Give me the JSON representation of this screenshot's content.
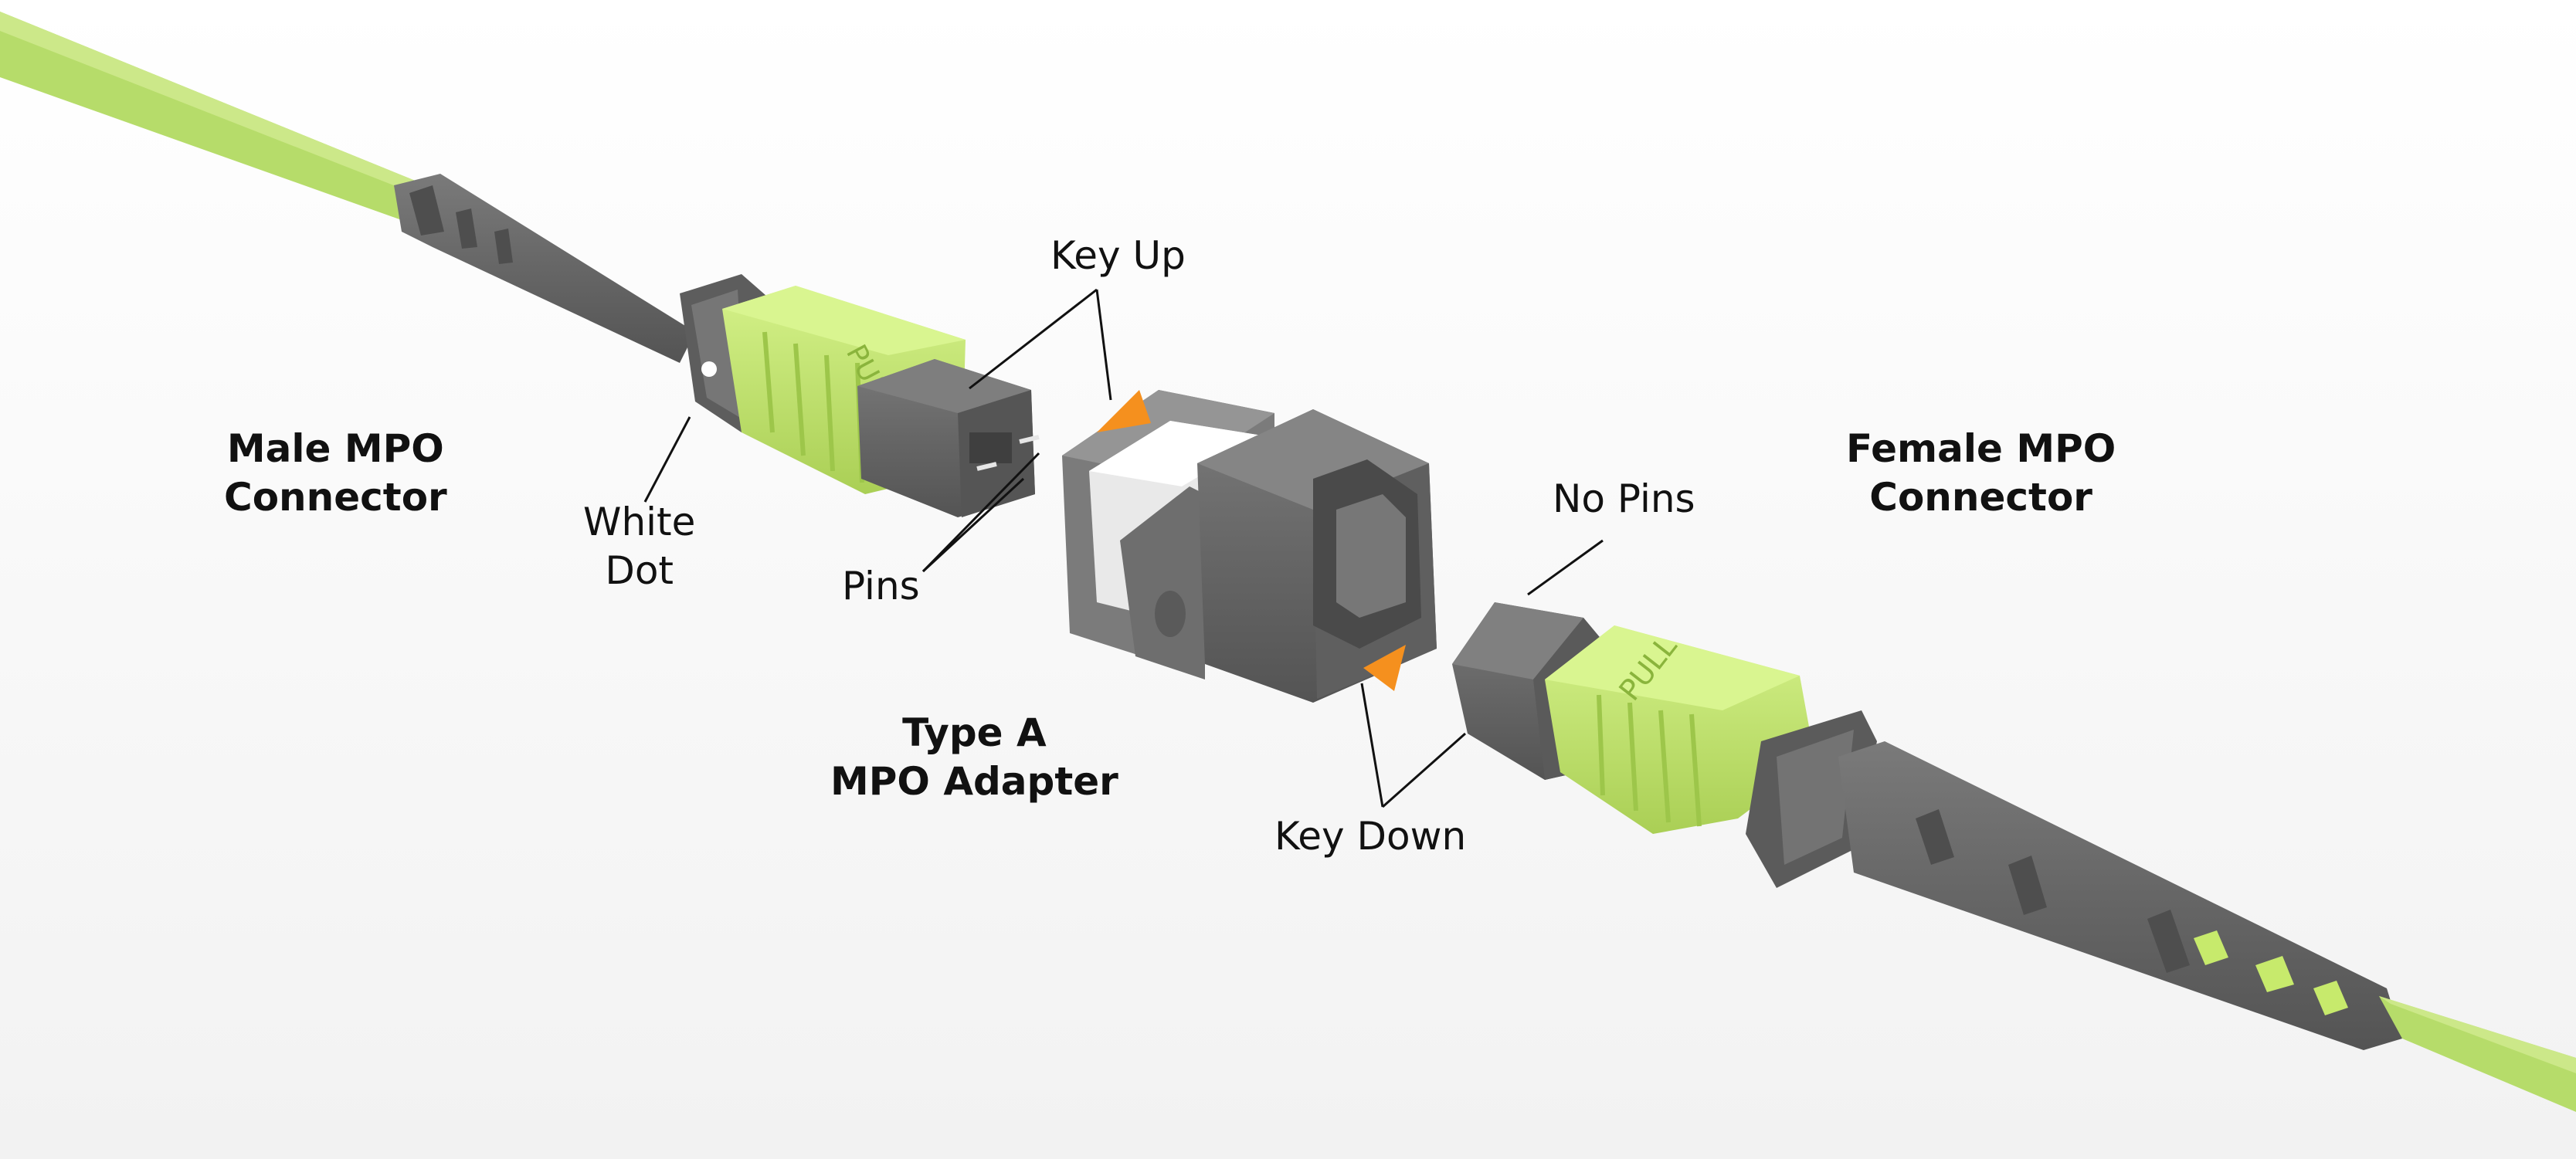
{
  "labels": {
    "key_up": "Key Up",
    "male_connector": [
      "Male MPO",
      "Connector"
    ],
    "white_dot": [
      "White",
      "Dot"
    ],
    "pins": "Pins",
    "adapter": [
      "Type A",
      "MPO Adapter"
    ],
    "no_pins": "No Pins",
    "female_connector": [
      "Female MPO",
      "Connector"
    ],
    "key_down": "Key Down",
    "pull_text": "PULL"
  },
  "colors": {
    "cable": "#b6dc6a",
    "boot_green": "#c7ea6c",
    "housing": "#6b6b6b",
    "housing_dark": "#505050",
    "key_marker": "#f5901e",
    "label_text": "#111111"
  }
}
